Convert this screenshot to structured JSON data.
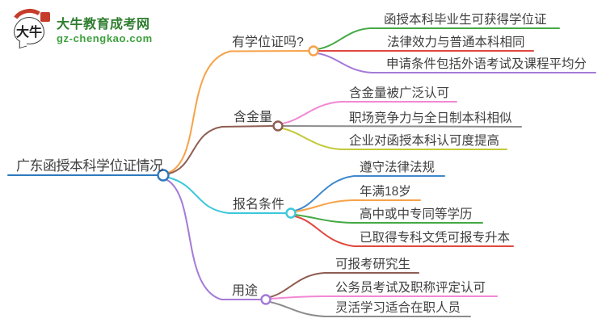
{
  "brand": {
    "name": "大牛教育成考网",
    "domain": "gz-chengkao.com",
    "logo_mark_text": "大牛",
    "brand_color": "#2e7d2e",
    "domain_color": "#3da03d",
    "accent_red": "#c63c2b"
  },
  "mindmap": {
    "text_color": "#3f3f3f",
    "root": {
      "label": "广东函授本科学位证情况",
      "color": "#2e79bd"
    },
    "branches": [
      {
        "label": "有学位证吗?",
        "color": "#f7a248",
        "children": [
          {
            "label": "函授本科毕业生可获得学位证",
            "color": "#44a944"
          },
          {
            "label": "法律效力与普通本科相同",
            "color": "#e0483e"
          },
          {
            "label": "申请条件包括外语考试及课程平均分",
            "color": "#a47ad8"
          }
        ]
      },
      {
        "label": "含金量",
        "color": "#8e5d51",
        "children": [
          {
            "label": "含金量被广泛认可",
            "color": "#f287d5"
          },
          {
            "label": "职场竞争力与全日制本科相似",
            "color": "#8c8c8c"
          },
          {
            "label": "企业对函授本科认可度提高",
            "color": "#c3c93a"
          }
        ]
      },
      {
        "label": "报名条件",
        "color": "#3bc8dc",
        "children": [
          {
            "label": "遵守法律法规",
            "color": "#3e88cc"
          },
          {
            "label": "年满18岁",
            "color": "#f7a248"
          },
          {
            "label": "高中或中专同等学历",
            "color": "#44a944"
          },
          {
            "label": "已取得专科文凭可报专升本",
            "color": "#e0483e"
          }
        ]
      },
      {
        "label": "用途",
        "color": "#a47ad8",
        "children": [
          {
            "label": "可报考研究生",
            "color": "#8e5d51"
          },
          {
            "label": "公务员考试及职称评定认可",
            "color": "#f287d5"
          },
          {
            "label": "灵活学习适合在职人员",
            "color": "#8c8c8c"
          }
        ]
      }
    ]
  }
}
